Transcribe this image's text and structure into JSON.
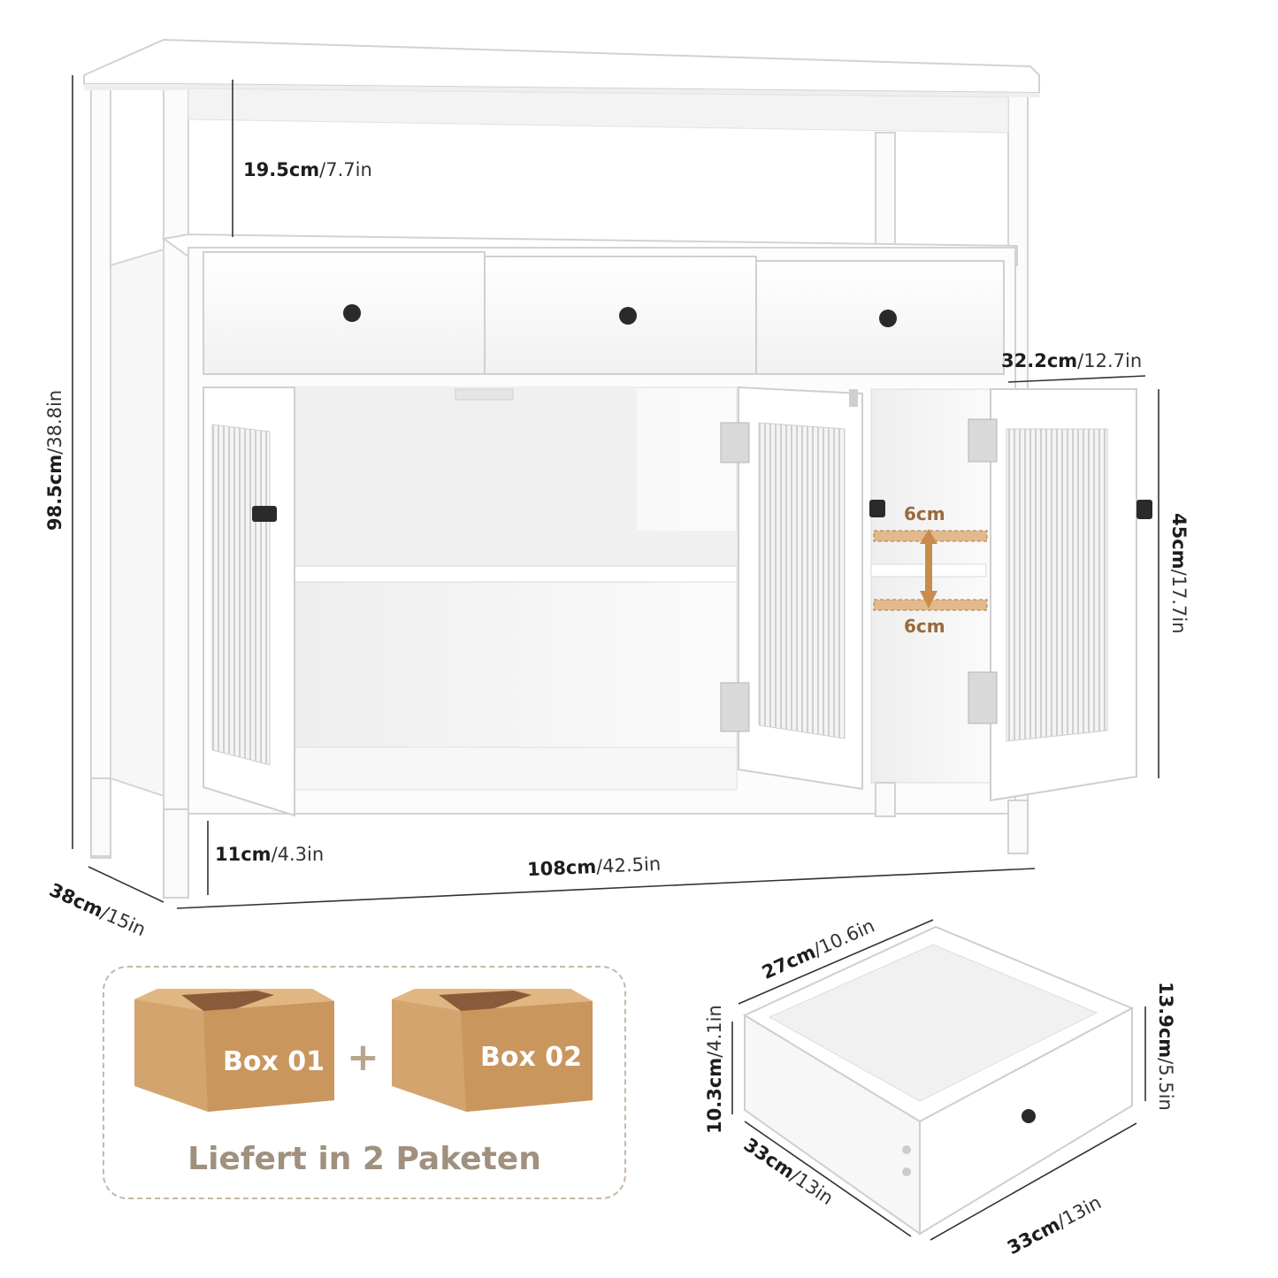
{
  "dimensions": {
    "shelf_height": {
      "value": "19.5cm",
      "unit_alt": "/7.7in"
    },
    "total_height": {
      "value": "98.5cm",
      "unit_alt": "/38.8in"
    },
    "inner_depth": {
      "value": "32.2cm",
      "unit_alt": "/12.7in"
    },
    "cabinet_height": {
      "value": "45cm",
      "unit_alt": "/17.7in"
    },
    "leg_height": {
      "value": "11cm",
      "unit_alt": "/4.3in"
    },
    "width": {
      "value": "108cm",
      "unit_alt": "/42.5in"
    },
    "depth": {
      "value": "38cm",
      "unit_alt": "/15in"
    },
    "shelf_adjust_up": "6cm",
    "shelf_adjust_down": "6cm"
  },
  "drawer": {
    "inner_width": {
      "value": "27cm",
      "unit_alt": "/10.6in"
    },
    "inner_height": {
      "value": "10.3cm",
      "unit_alt": "/4.1in"
    },
    "front_height": {
      "value": "13.9cm",
      "unit_alt": "/5.5in"
    },
    "depth": {
      "value": "33cm",
      "unit_alt": "/13in"
    },
    "width": {
      "value": "33cm",
      "unit_alt": "/13in"
    }
  },
  "packages": {
    "box1": "Box 01",
    "plus": "+",
    "box2": "Box 02",
    "caption": "Liefert in 2 Paketen"
  },
  "colors": {
    "furniture": "#ffffff",
    "outline": "#d6d6d6",
    "box": "#d3a46d",
    "tape": "#8a5a3a",
    "accent": "#c98c4d"
  }
}
